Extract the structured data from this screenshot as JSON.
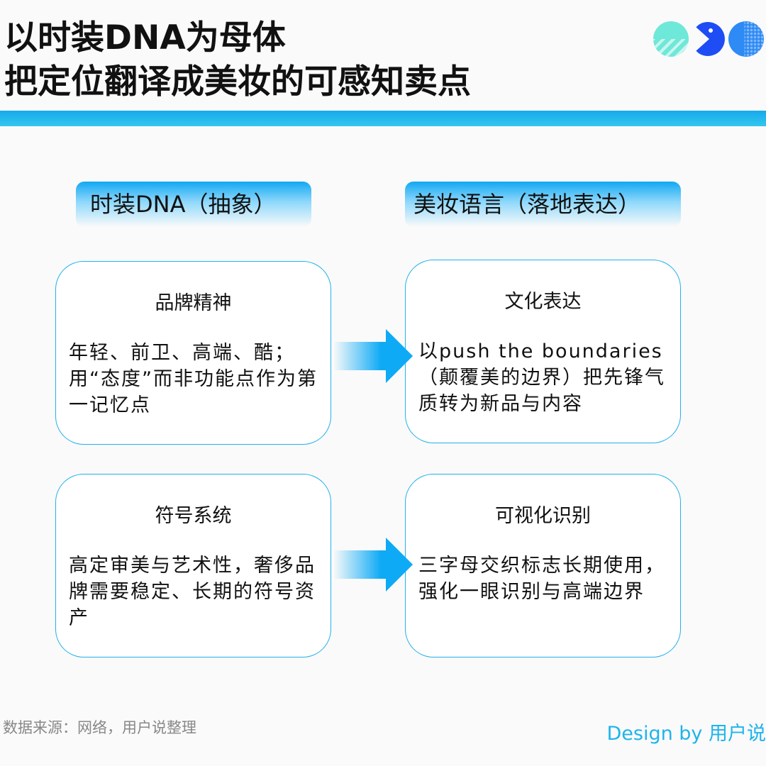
{
  "title": {
    "line1": "以时装DNA为母体",
    "line2": "把定位翻译成美妆的可感知卖点"
  },
  "colors": {
    "accent": "#16a9ec",
    "logo1": "#6ee8d8",
    "logo2": "#1e4df5",
    "logo3": "#2e8af5"
  },
  "columns": {
    "left": "时装DNA（抽象）",
    "right": "美妆语言（落地表达）"
  },
  "rows": [
    {
      "left": {
        "title": "品牌精神",
        "body": "年轻、前卫、高端、酷；用“态度”而非功能点作为第一记忆点"
      },
      "right": {
        "title": "文化表达",
        "body": "以push the boundaries（颠覆美的边界）把先锋气质转为新品与内容"
      }
    },
    {
      "left": {
        "title": "符号系统",
        "body": "高定审美与艺术性，奢侈品牌需要稳定、长期的符号资产"
      },
      "right": {
        "title": "可视化识别",
        "body": "三字母交织标志长期使用，强化一眼识别与高端边界"
      }
    }
  ],
  "footer": {
    "source": "数据来源：网络，用户说整理",
    "credit": "Design by 用户说"
  }
}
